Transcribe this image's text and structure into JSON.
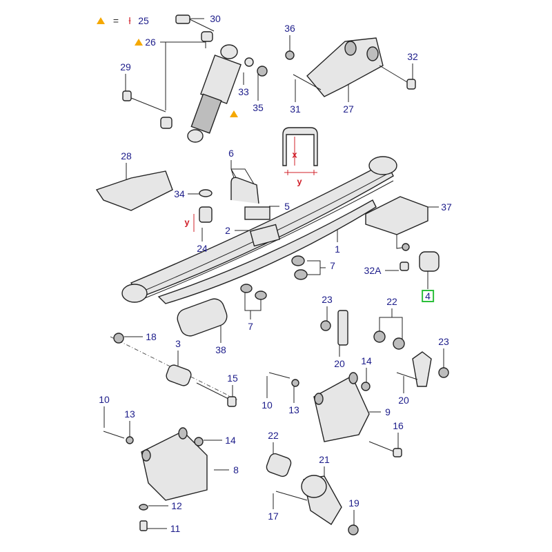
{
  "legend": {
    "symbol": "ƚ",
    "equals": "=",
    "value": "25",
    "marker_color": "#f5a800"
  },
  "callouts": [
    "30",
    "26",
    "29",
    "36",
    "32",
    "33",
    "35",
    "31",
    "27",
    "28",
    "6",
    "34",
    "5",
    "37",
    "2",
    "24",
    "1",
    "7",
    "32A",
    "4",
    "23",
    "22",
    "18",
    "3",
    "38",
    "7",
    "20",
    "14",
    "23",
    "10",
    "15",
    "13",
    "9",
    "20",
    "10",
    "13",
    "14",
    "16",
    "22",
    "21",
    "8",
    "12",
    "17",
    "19",
    "11"
  ],
  "dimensions": {
    "x": "x",
    "y": "y",
    "y2": "y"
  },
  "highlight_color": "#2bbf3a",
  "label_color": "#1c1c8a"
}
